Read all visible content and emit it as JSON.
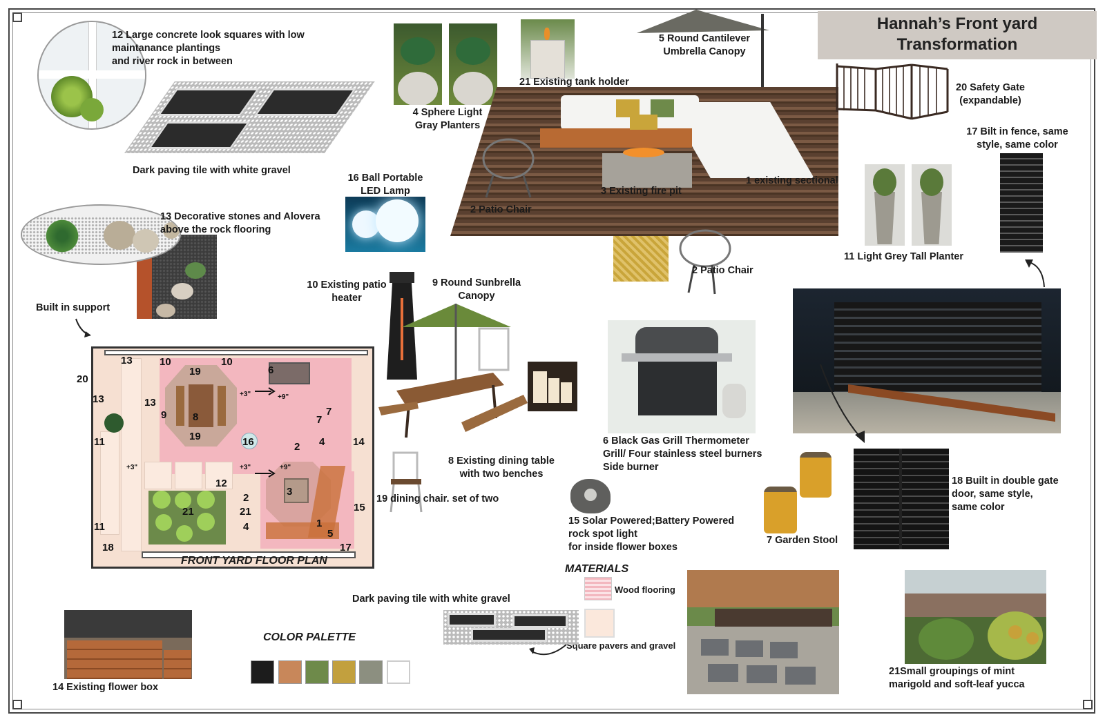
{
  "title": {
    "line1": "Hannah’s Front yard",
    "line2": "Transformation"
  },
  "labels": {
    "item12": "12 Large concrete look squares with low\n    maintanance plantings\n    and river rock in between",
    "paving_top": "Dark paving tile with white gravel",
    "item13": "13 Decorative stones and Alovera\n    above the rock flooring",
    "built_support": "Built in support",
    "item4": "4 Sphere Light\nGray Planters",
    "item21_tank": "21 Existing tank holder",
    "item5": "5 Round Cantilever\nUmbrella Canopy",
    "item20": "20 Safety Gate\n(expandable)",
    "item17": "17 Bilt in fence, same\nstyle, same color",
    "item16": "16 Ball Portable\nLED Lamp",
    "item1": "1 existing sectional",
    "item3": "3 Existing fire pit",
    "item2a": "2 Patio Chair",
    "item2b": "2 Patio Chair",
    "item11": "11 Light Grey Tall Planter",
    "item10": "10 Existing patio\nheater",
    "item9": "9 Round Sunbrella\nCanopy",
    "item8": "8 Existing dining table\nwith two benches",
    "item19": "19 dining chair. set of two",
    "item6": "6 Black Gas Grill Thermometer\n   Grill/ Four stainless steel burners\n   Side burner",
    "item15": "15 Solar Powered;Battery Powered\n    rock spot light\n    for inside flower boxes",
    "item7": "7 Garden Stool",
    "item18": "18 Built in double gate\ndoor, same style,\nsame color",
    "materials": "MATERIALS",
    "wood_flooring": "Wood flooring",
    "square_pavers": "Square pavers and gravel",
    "paving_bottom": "Dark paving tile with white gravel",
    "color_palette": "COLOR PALETTE",
    "item14": "14 Existing flower box",
    "item21_marigold": "21Small groupings of mint\n   marigold and soft-leaf yucca",
    "plan_title": "FRONT YARD FLOOR PLAN"
  },
  "palette": [
    "#1c1c1c",
    "#c8875a",
    "#6e8a4a",
    "#c2a03e",
    "#8c8f80",
    "#ffffff"
  ],
  "plan_numbers": [
    "13",
    "10",
    "19",
    "10",
    "6",
    "20",
    "13",
    "13",
    "9",
    "8",
    "19",
    "16",
    "2",
    "4",
    "14",
    "11",
    "12",
    "2",
    "21",
    "21",
    "3",
    "4",
    "1",
    "5",
    "15",
    "11",
    "18",
    "17",
    "7",
    "7"
  ],
  "plan_dims": [
    "+3\"",
    "+9\"",
    "+3\"",
    "+3\"",
    "+9\""
  ]
}
